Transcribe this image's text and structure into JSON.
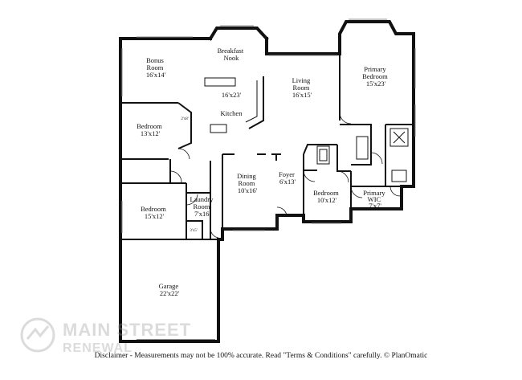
{
  "rooms": {
    "breakfast_nook": {
      "name": "Breakfast\nNook",
      "dims": ""
    },
    "bonus_room": {
      "name": "Bonus\nRoom",
      "dims": "16'x14'"
    },
    "kitchen": {
      "name": "Kitchen",
      "dims": "16'x23'"
    },
    "living_room": {
      "name": "Living\nRoom",
      "dims": "16'x15'"
    },
    "primary_bedroom": {
      "name": "Primary\nBedroom",
      "dims": "15'x23'"
    },
    "bedroom_1": {
      "name": "Bedroom",
      "dims": "13'x12'"
    },
    "bedroom_2": {
      "name": "Bedroom",
      "dims": "15'x12'"
    },
    "bedroom_3": {
      "name": "Bedroom",
      "dims": "10'x12'"
    },
    "laundry_room": {
      "name": "Laundry\nRoom",
      "dims": "7'x16'"
    },
    "dining_room": {
      "name": "Dining\nRoom",
      "dims": "10'x16'"
    },
    "foyer": {
      "name": "Foyer",
      "dims": "6'x13'"
    },
    "primary_wic": {
      "name": "Primary\nWIC",
      "dims": "7'x7'"
    },
    "garage": {
      "name": "Garage",
      "dims": "22'x22'"
    },
    "closet_small_1": {
      "name": "",
      "dims": "2'x8'"
    },
    "closet_small_2": {
      "name": "",
      "dims": "3'x5'"
    }
  },
  "watermark": {
    "line1": "MAIN STREET",
    "line2": "RENEWAL"
  },
  "disclaimer": "Disclaimer - Measurements may not be 100% accurate. Read \"Terms & Conditions\" carefully. © PlanOmatic",
  "colors": {
    "wall": "#111111",
    "background": "#ffffff",
    "watermark": "#9a9a9a"
  }
}
